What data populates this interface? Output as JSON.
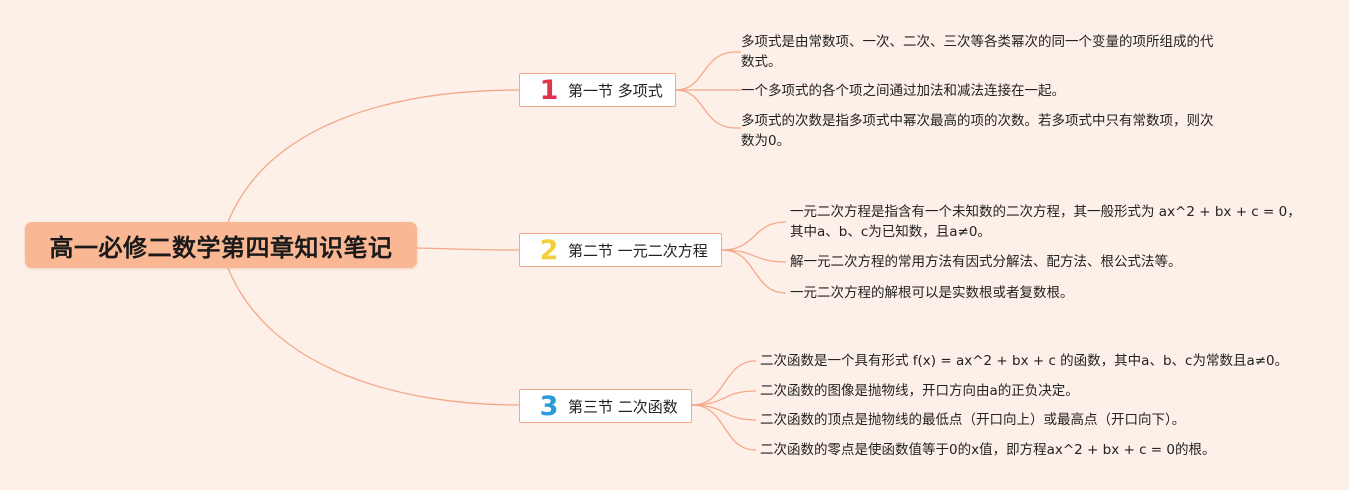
{
  "root": {
    "title": "高一必修二数学第四章知识笔记"
  },
  "colors": {
    "background": "#fdf0e8",
    "root_fill": "#f9b793",
    "line": "#f4a889",
    "num1": "#e0334c",
    "num2": "#f5cf3a",
    "num3": "#2a9bd8"
  },
  "sections": [
    {
      "num": "1",
      "label": "第一节 多项式",
      "num_color": "#e0334c",
      "items": [
        [
          "多项式是由常数项、一次、二次、三次等各类幂次的同一个变量的项所组成的代",
          "数式。"
        ],
        [
          "一个多项式的各个项之间通过加法和减法连接在一起。"
        ],
        [
          "多项式的次数是指多项式中幂次最高的项的次数。若多项式中只有常数项，则次",
          "数为0。"
        ]
      ]
    },
    {
      "num": "2",
      "label": "第二节 一元二次方程",
      "num_color": "#f5cf3a",
      "items": [
        [
          "一元二次方程是指含有一个未知数的二次方程，其一般形式为 ax^2 + bx + c = 0，",
          "其中a、b、c为已知数，且a≠0。"
        ],
        [
          "解一元二次方程的常用方法有因式分解法、配方法、根公式法等。"
        ],
        [
          "一元二次方程的解根可以是实数根或者复数根。"
        ]
      ]
    },
    {
      "num": "3",
      "label": "第三节 二次函数",
      "num_color": "#2a9bd8",
      "items": [
        [
          "二次函数是一个具有形式 f(x) = ax^2 + bx + c 的函数，其中a、b、c为常数且a≠0。"
        ],
        [
          "二次函数的图像是抛物线，开口方向由a的正负决定。"
        ],
        [
          "二次函数的顶点是抛物线的最低点（开口向上）或最高点（开口向下）。"
        ],
        [
          "二次函数的零点是使函数值等于0的x值，即方程ax^2 + bx + c = 0的根。"
        ]
      ]
    }
  ]
}
